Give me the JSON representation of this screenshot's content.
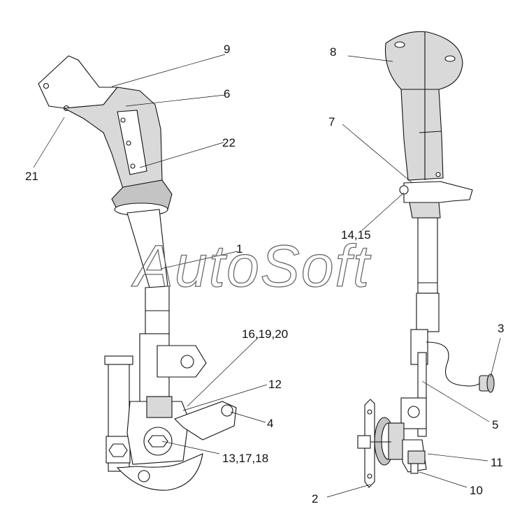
{
  "watermark": "AutoSoft",
  "callouts": {
    "c1": "1",
    "c2": "2",
    "c3": "3",
    "c4": "4",
    "c5": "5",
    "c6": "6",
    "c7": "7",
    "c8": "8",
    "c9": "9",
    "c10": "10",
    "c11": "11",
    "c12": "12",
    "c13": "13,17,18",
    "c14": "14,15",
    "c16": "16,19,20",
    "c21": "21",
    "c22": "22"
  }
}
